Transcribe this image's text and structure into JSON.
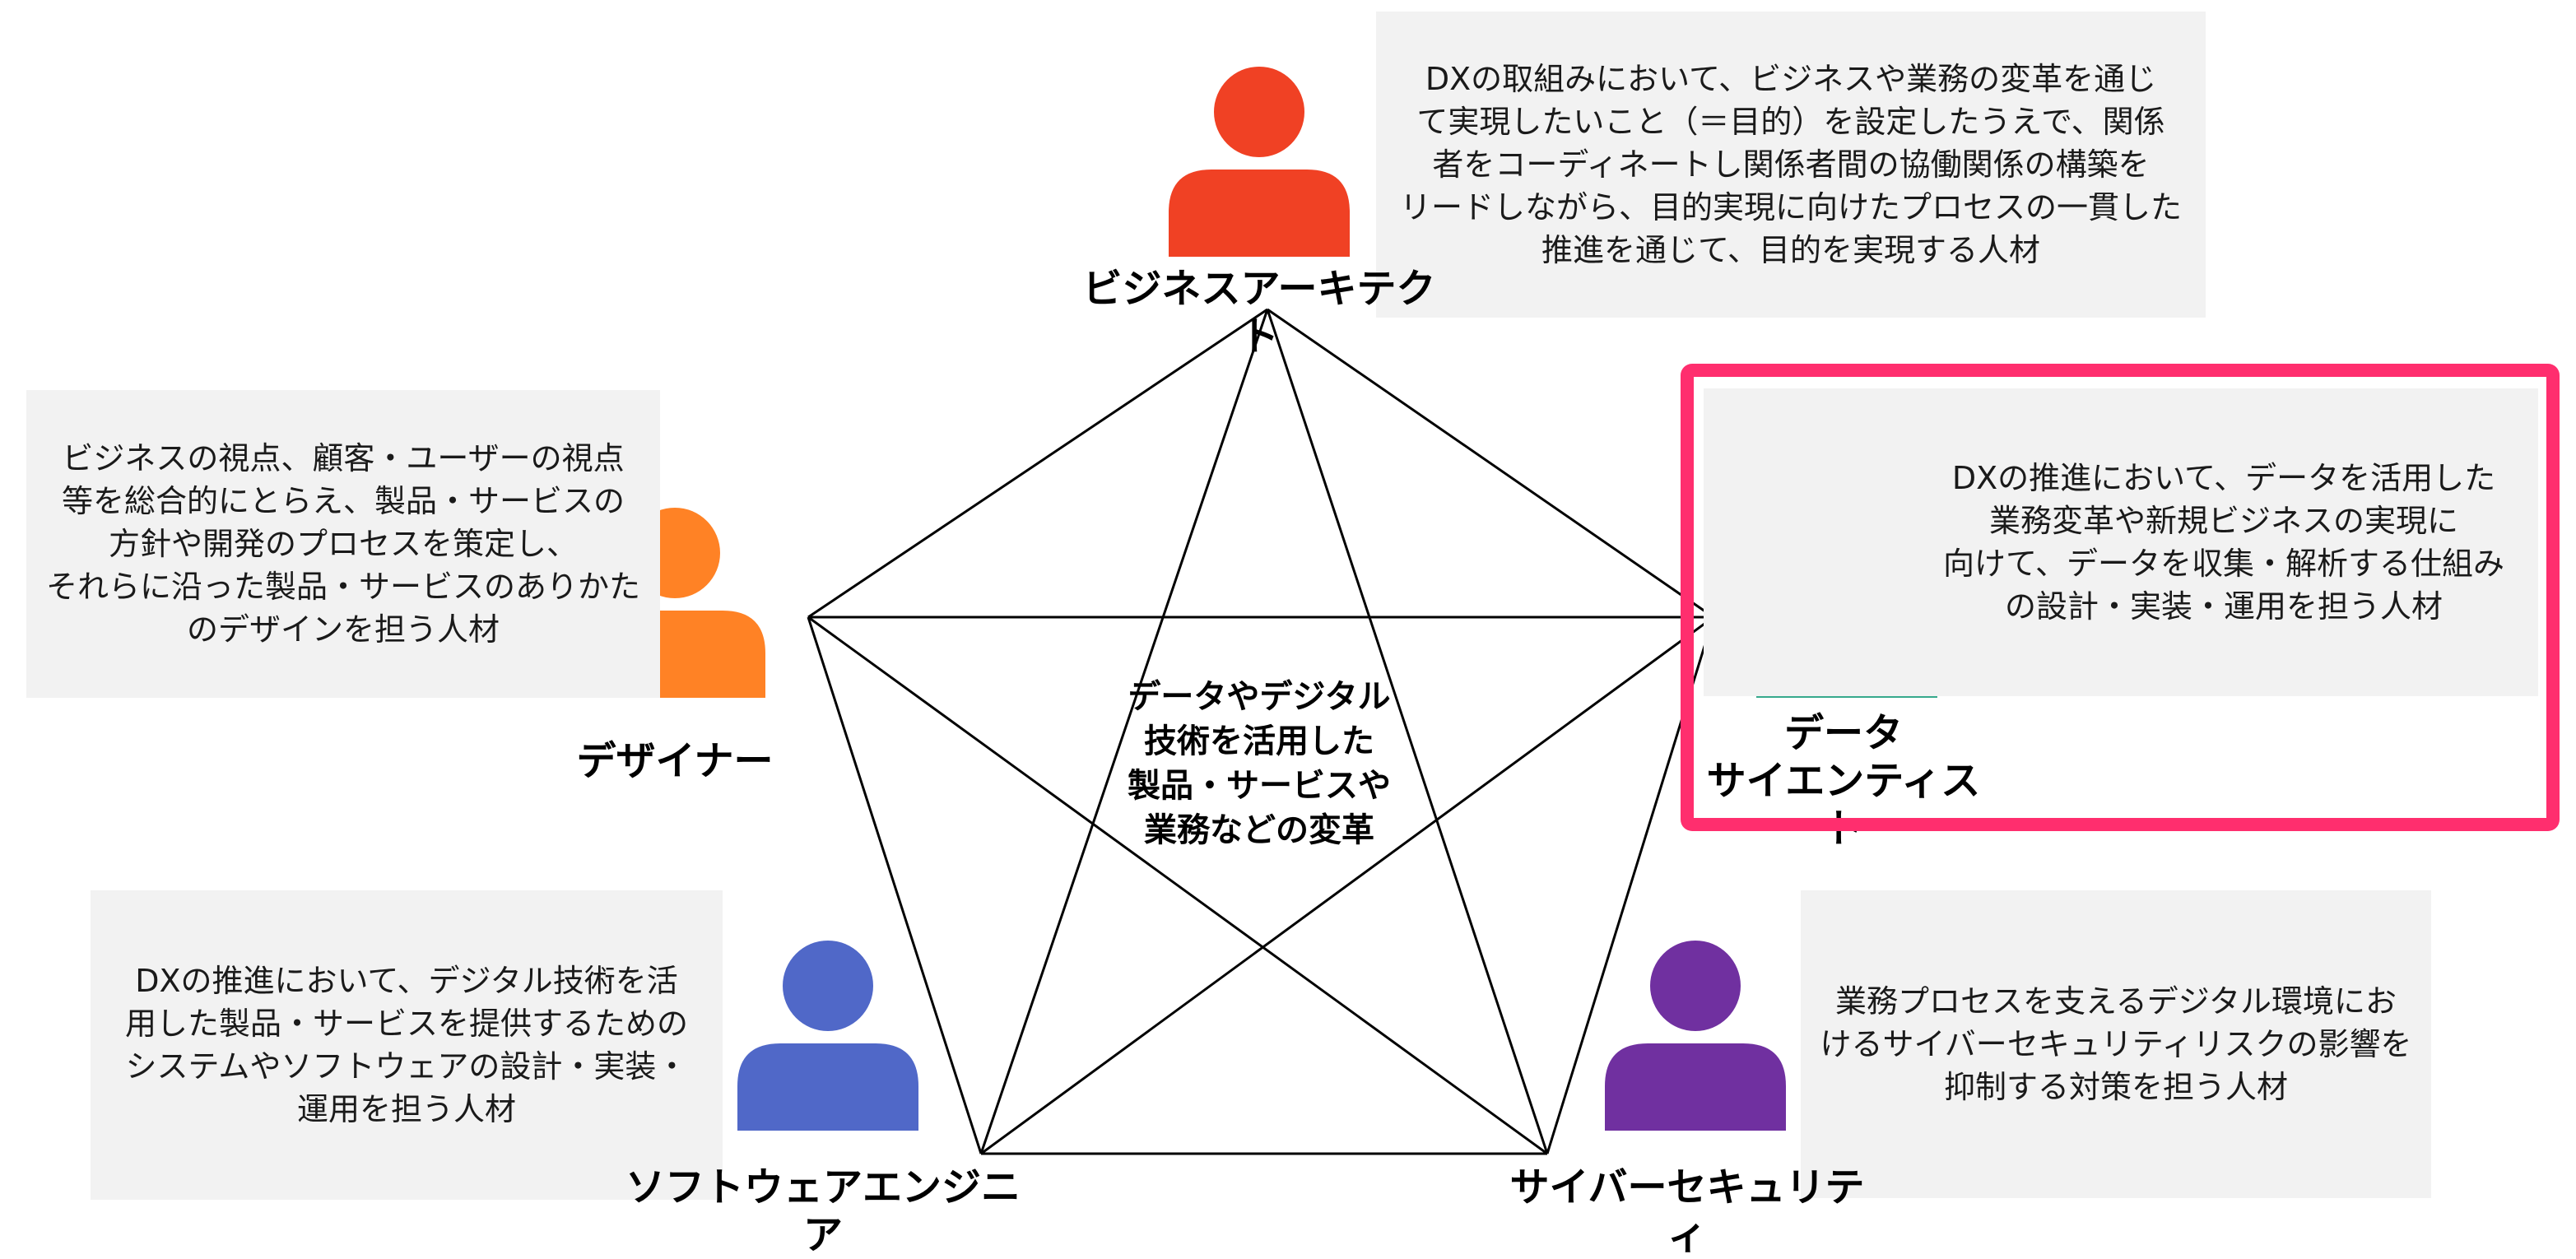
{
  "center": {
    "text": "データやデジタル\n技術を活用した\n製品・サービスや\n業務などの変革"
  },
  "roles": {
    "business_architect": {
      "label": "ビジネスアーキテクト",
      "description": "DXの取組みにおいて、ビジネスや業務の変革を通じ\nて実現したいこと（＝目的）を設定したうえで、関係\n者をコーディネートし関係者間の協働関係の構築を\nリードしながら、目的実現に向けたプロセスの一貫した\n推進を通じて、目的を実現する人材",
      "color": "#f04124"
    },
    "designer": {
      "label": "デザイナー",
      "description": "ビジネスの視点、顧客・ユーザーの視点\n等を総合的にとらえ、製品・サービスの\n方針や開発のプロセスを策定し、\nそれらに沿った製品・サービスのありかた\nのデザインを担う人材",
      "color": "#ff8225"
    },
    "data_scientist": {
      "label": "データ\nサイエンティスト",
      "description": "DXの推進において、データを活用した\n業務変革や新規ビジネスの実現に\n向けて、データを収集・解析する仕組み\nの設計・実装・運用を担う人材",
      "color": "#36a98c"
    },
    "software_engineer": {
      "label": "ソフトウェアエンジニア",
      "description": "DXの推進において、デジタル技術を活\n用した製品・サービスを提供するための\nシステムやソフトウェアの設計・実装・\n運用を担う人材",
      "color": "#5068c8"
    },
    "cyber_security": {
      "label": "サイバーセキュリティ",
      "description": "業務プロセスを支えるデジタル環境にお\nけるサイバーセキュリティリスクの影響を\n抑制する対策を担う人材",
      "color": "#7030a0"
    }
  },
  "highlight_color": "#ff2e6e"
}
